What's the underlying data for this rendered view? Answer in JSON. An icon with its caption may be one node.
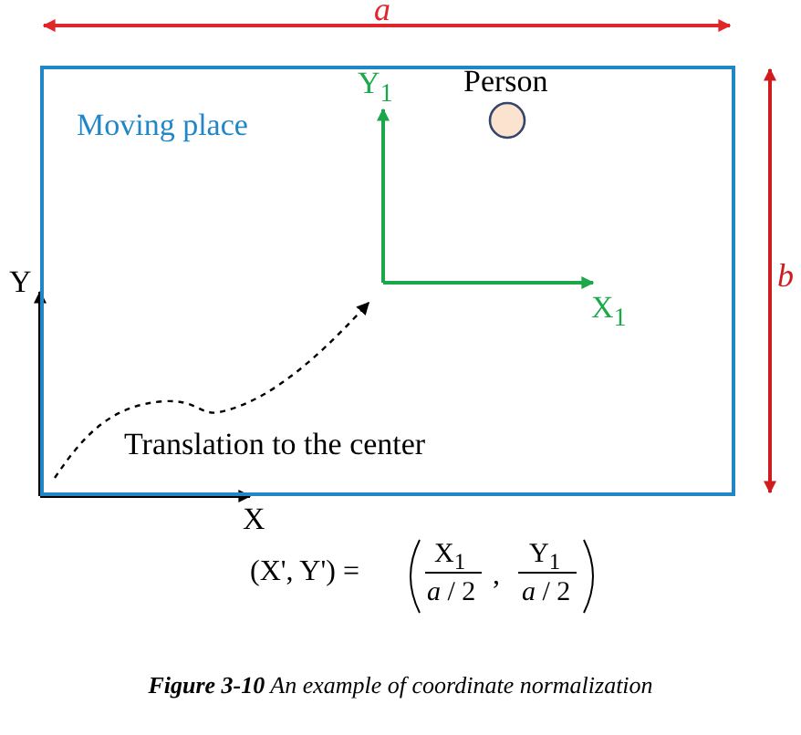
{
  "diagram": {
    "caption": "**Figure 3-10** An example of coordinate normalization",
    "nodes": [
      {
        "text": [
          "Moving place"
        ]
      },
      {
        "text": [
          "Person"
        ],
        "in": 0
      }
    ],
    "edges": [],
    "labels": [
      "a",
      "Y$_{1}$",
      "b",
      "Y",
      "X$_{1}$",
      "Translation to the center",
      "X",
      "(X', Y') =",
      "X$_{1}$",
      "*a* / 2",
      ",",
      "Y$_{1}$",
      "*a* / 2"
    ]
  }
}
